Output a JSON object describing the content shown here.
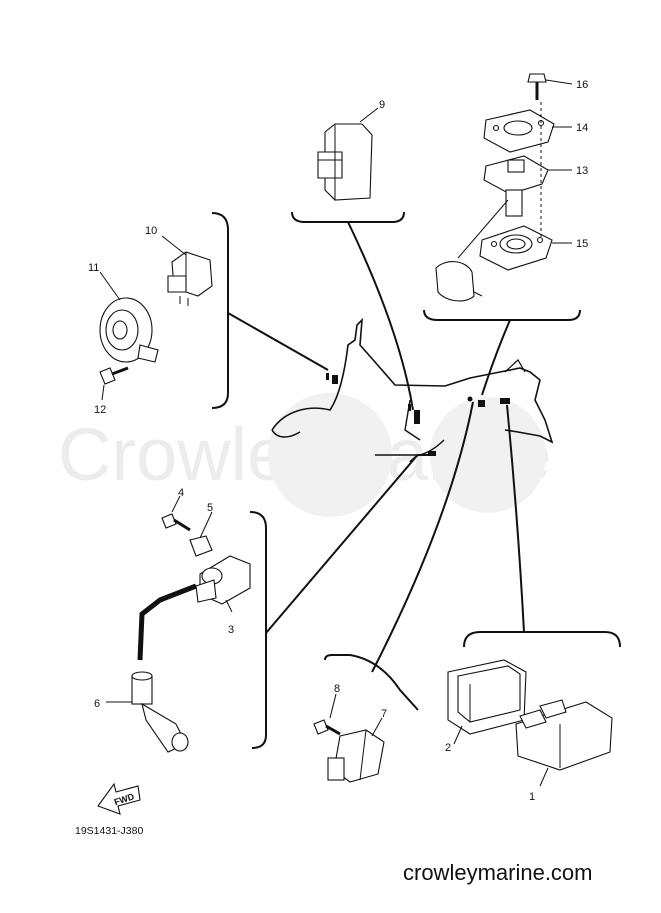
{
  "watermark": "CrowleyMarine",
  "diagram_code": "19S1431-J380",
  "website": "crowleymarine.com",
  "fwd_label": "FWD",
  "callouts": {
    "p1": "1",
    "p2": "2",
    "p3": "3",
    "p4": "4",
    "p5": "5",
    "p6": "6",
    "p7": "7",
    "p8": "8",
    "p9": "9",
    "p10": "10",
    "p11": "11",
    "p12": "12",
    "p13": "13",
    "p14": "14",
    "p15": "15",
    "p16": "16"
  }
}
